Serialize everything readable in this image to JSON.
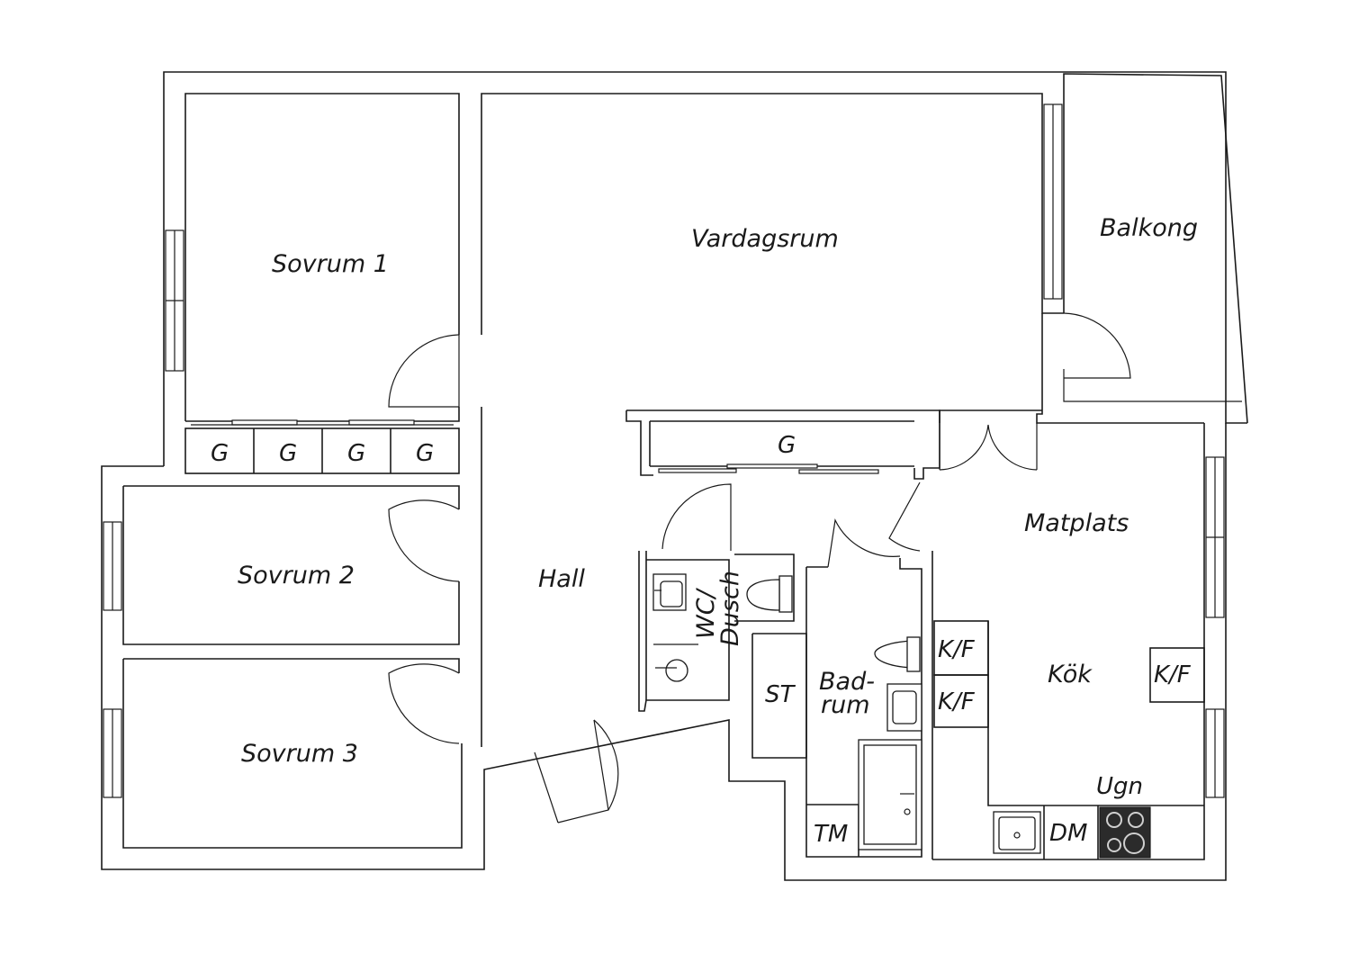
{
  "rooms": {
    "sovrum1": "Sovrum 1",
    "sovrum2": "Sovrum 2",
    "sovrum3": "Sovrum 3",
    "vardagsrum": "Vardagsrum",
    "balkong": "Balkong",
    "hall": "Hall",
    "matplats": "Matplats",
    "kok": "Kök",
    "wc_line1": "WC/",
    "wc_line2": "Dusch",
    "badrum_line1": "Bad-",
    "badrum_line2": "rum"
  },
  "fixtures": {
    "wardrobe": "G",
    "storage": "ST",
    "washing_machine": "TM",
    "dishwasher": "DM",
    "fridge_freezer": "K/F",
    "oven": "Ugn"
  }
}
